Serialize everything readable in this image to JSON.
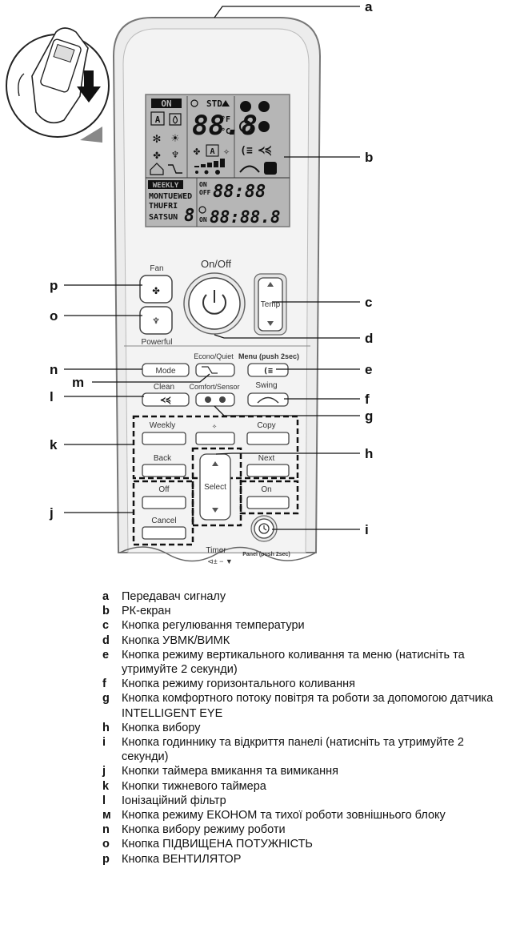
{
  "remote": {
    "lcd": {
      "on_badge": "ON",
      "std": "STD",
      "temp_main": "88.8",
      "temp_unit_c": "°C",
      "temp_unit_f": "°F",
      "weekly_badge": "WEEKLY",
      "days_line1": "MONTUEWED",
      "days_line2": "THUFRI",
      "days_line3": "SATSUN",
      "day_digit": "8",
      "on_label": "ON",
      "off_label": "OFF",
      "on_label_2": "ON",
      "timer_top": "88:88",
      "timer_bottom": "88:88.8",
      "auto_mode": "A"
    },
    "buttons": {
      "fan": "Fan",
      "on_off": "On/Off",
      "powerful": "Powerful",
      "temp": "Temp",
      "mode": "Mode",
      "econo_quiet": "Econo/Quiet",
      "menu": "Menu (push 2sec)",
      "clean": "Clean",
      "comfort_sensor": "Comfort/Sensor",
      "swing": "Swing",
      "weekly": "Weekly",
      "copy": "Copy",
      "back": "Back",
      "next": "Next",
      "select": "Select",
      "off": "Off",
      "on": "On",
      "cancel": "Cancel",
      "timer": "Timer",
      "panel": "Panel (push 2sec)"
    }
  },
  "callouts": [
    "a",
    "b",
    "c",
    "d",
    "e",
    "f",
    "g",
    "h",
    "i",
    "j",
    "k",
    "l",
    "m",
    "n",
    "o",
    "p"
  ],
  "legend": [
    {
      "key": "a",
      "text": "Передавач сигналу"
    },
    {
      "key": "b",
      "text": "РК-екран"
    },
    {
      "key": "c",
      "text": "Кнопка регулювання температури"
    },
    {
      "key": "d",
      "text": "Кнопка УВМК/ВИМК"
    },
    {
      "key": "e",
      "text": "Кнопка режиму вертикального коливання та меню (натисніть та утримуйте 2 секунди)"
    },
    {
      "key": "f",
      "text": "Кнопка режиму горизонтального коливання"
    },
    {
      "key": "g",
      "text": "Кнопка комфортного потоку повітря та роботи за допомогою датчика INTELLIGENT EYE"
    },
    {
      "key": "h",
      "text": "Кнопка вибору"
    },
    {
      "key": "i",
      "text": "Кнопка годиннику та відкриття панелі (натисніть та утримуйте 2 секунди)"
    },
    {
      "key": "j",
      "text": "Кнопки таймера вмикання та вимикання"
    },
    {
      "key": "k",
      "text": "Кнопки тижневого таймера"
    },
    {
      "key": "l",
      "text": "Іонізаційний фільтр"
    },
    {
      "key": "м",
      "text": "Кнопка режиму ЕКОНОМ та тихої роботи зовнішнього блоку"
    },
    {
      "key": "n",
      "text": "Кнопка вибору режиму роботи"
    },
    {
      "key": "o",
      "text": "Кнопка ПІДВИЩЕНА ПОТУЖНІСТЬ"
    },
    {
      "key": "p",
      "text": "Кнопка ВЕНТИЛЯТОР"
    }
  ]
}
